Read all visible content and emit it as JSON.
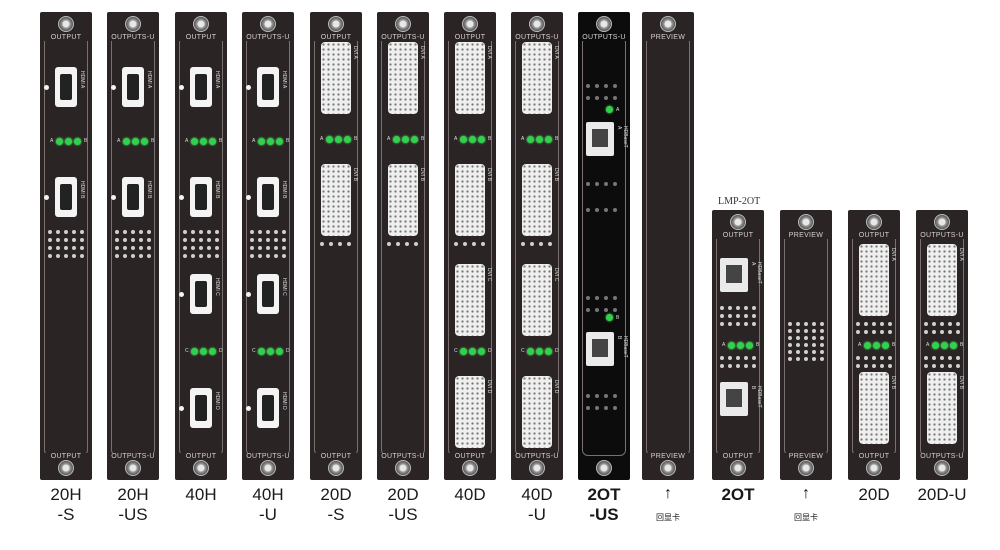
{
  "cards": [
    {
      "id": "20H-S",
      "kind": "hdmi2",
      "top_label": "OUTPUT",
      "bot_label": "OUTPUT",
      "ports": [
        "HDMI A",
        "HDMI B"
      ],
      "leds": [
        "A",
        "B"
      ],
      "caption": [
        "20H",
        "-S"
      ]
    },
    {
      "id": "20H-US",
      "kind": "hdmi2",
      "top_label": "OUTPUTS-U",
      "bot_label": "OUTPUTS-U",
      "ports": [
        "HDMI A",
        "HDMI B"
      ],
      "leds": [
        "A",
        "B"
      ],
      "caption": [
        "20H",
        "-US"
      ]
    },
    {
      "id": "40H",
      "kind": "hdmi4",
      "top_label": "OUTPUT",
      "bot_label": "OUTPUT",
      "ports": [
        "HDMI A",
        "HDMI B",
        "HDMI C",
        "HDMI D"
      ],
      "leds": [
        "A",
        "B",
        "C",
        "D"
      ],
      "caption": [
        "40H"
      ]
    },
    {
      "id": "40H-U",
      "kind": "hdmi4",
      "top_label": "OUTPUTS-U",
      "bot_label": "OUTPUTS-U",
      "ports": [
        "HDMI A",
        "HDMI B",
        "HDMI C",
        "HDMI D"
      ],
      "leds": [
        "A",
        "B",
        "C",
        "D"
      ],
      "caption": [
        "40H",
        "-U"
      ]
    },
    {
      "id": "20D-S",
      "kind": "dvi2",
      "top_label": "OUTPUT",
      "bot_label": "OUTPUT",
      "ports": [
        "DVI A",
        "DVI B"
      ],
      "leds": [
        "A",
        "B"
      ],
      "caption": [
        "20D",
        "-S"
      ]
    },
    {
      "id": "20D-US",
      "kind": "dvi2",
      "top_label": "OUTPUTS-U",
      "bot_label": "OUTPUTS-U",
      "ports": [
        "DVI A",
        "DVI B"
      ],
      "leds": [
        "A",
        "B"
      ],
      "caption": [
        "20D",
        "-US"
      ]
    },
    {
      "id": "40D",
      "kind": "dvi4",
      "top_label": "OUTPUT",
      "bot_label": "OUTPUT",
      "ports": [
        "DVI A",
        "DVI B",
        "DVI C",
        "DVI D"
      ],
      "leds": [
        "A",
        "B",
        "C",
        "D"
      ],
      "caption": [
        "40D"
      ]
    },
    {
      "id": "40D-U",
      "kind": "dvi4",
      "top_label": "OUTPUTS-U",
      "bot_label": "OUTPUTS-U",
      "ports": [
        "DVI A",
        "DVI B",
        "DVI C",
        "DVI D"
      ],
      "leds": [
        "A",
        "B",
        "C",
        "D"
      ],
      "caption": [
        "40D",
        "-U"
      ]
    },
    {
      "id": "2OT-US",
      "kind": "hdbt2",
      "top_label": "OUTPUTS-U",
      "bot_label": "",
      "ports": [
        "HDBaseT A",
        "HDBaseT B"
      ],
      "leds": [
        "A",
        "B"
      ],
      "caption": [
        "2OT",
        "-US"
      ]
    },
    {
      "id": "PREVIEW-1",
      "kind": "preview",
      "top_label": "PREVIEW",
      "bot_label": "PREVIEW",
      "ports": [],
      "leds": [],
      "caption": []
    },
    {
      "id": "2OT",
      "kind": "hdbt_small",
      "top_label": "OUTPUT",
      "bot_label": "OUTPUT",
      "ports": [
        "HDBaseT A",
        "HDBaseT B"
      ],
      "leds": [
        "A",
        "B"
      ],
      "caption": [
        "2OT"
      ],
      "model_label": "LMP-2OT"
    },
    {
      "id": "PREVIEW-2",
      "kind": "preview_small",
      "top_label": "PREVIEW",
      "bot_label": "PREVIEW",
      "ports": [],
      "leds": [],
      "caption": []
    },
    {
      "id": "20D",
      "kind": "dvi_small",
      "top_label": "OUTPUT",
      "bot_label": "OUTPUT",
      "ports": [
        "DVI A",
        "DVI B"
      ],
      "leds": [
        "A",
        "B"
      ],
      "caption": [
        "20D"
      ]
    },
    {
      "id": "20D-U",
      "kind": "dvi_small",
      "top_label": "OUTPUTS-U",
      "bot_label": "OUTPUTS-U",
      "ports": [
        "DVI A",
        "DVI B"
      ],
      "leds": [
        "A",
        "B"
      ],
      "caption": [
        "20D-U"
      ]
    }
  ],
  "preview_caption": "回显卡",
  "arrow_glyph": "↑",
  "colors": {
    "card": "#2a2424",
    "card_black": "#0c0c0c",
    "led": "#2fd14f"
  }
}
